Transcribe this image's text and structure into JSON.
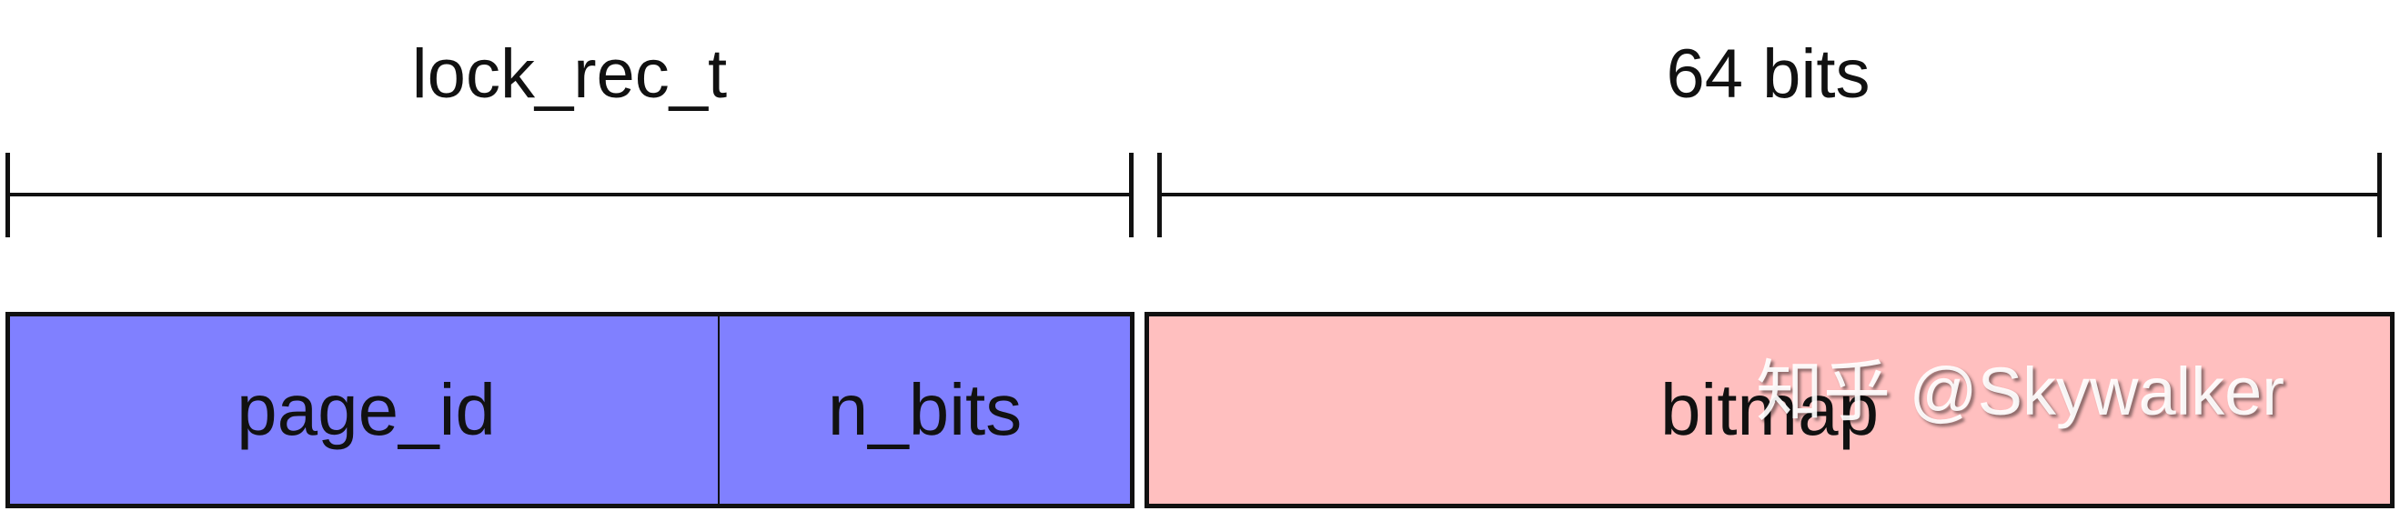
{
  "header": {
    "left_label": "lock_rec_t",
    "right_label": "64 bits"
  },
  "fields": [
    {
      "label": "page_id",
      "color": "#8080ff"
    },
    {
      "label": "n_bits",
      "color": "#8080ff"
    },
    {
      "label": "bitmap",
      "color": "#ffbfbf"
    }
  ],
  "watermark": {
    "text": "知乎 @Skywalker"
  }
}
